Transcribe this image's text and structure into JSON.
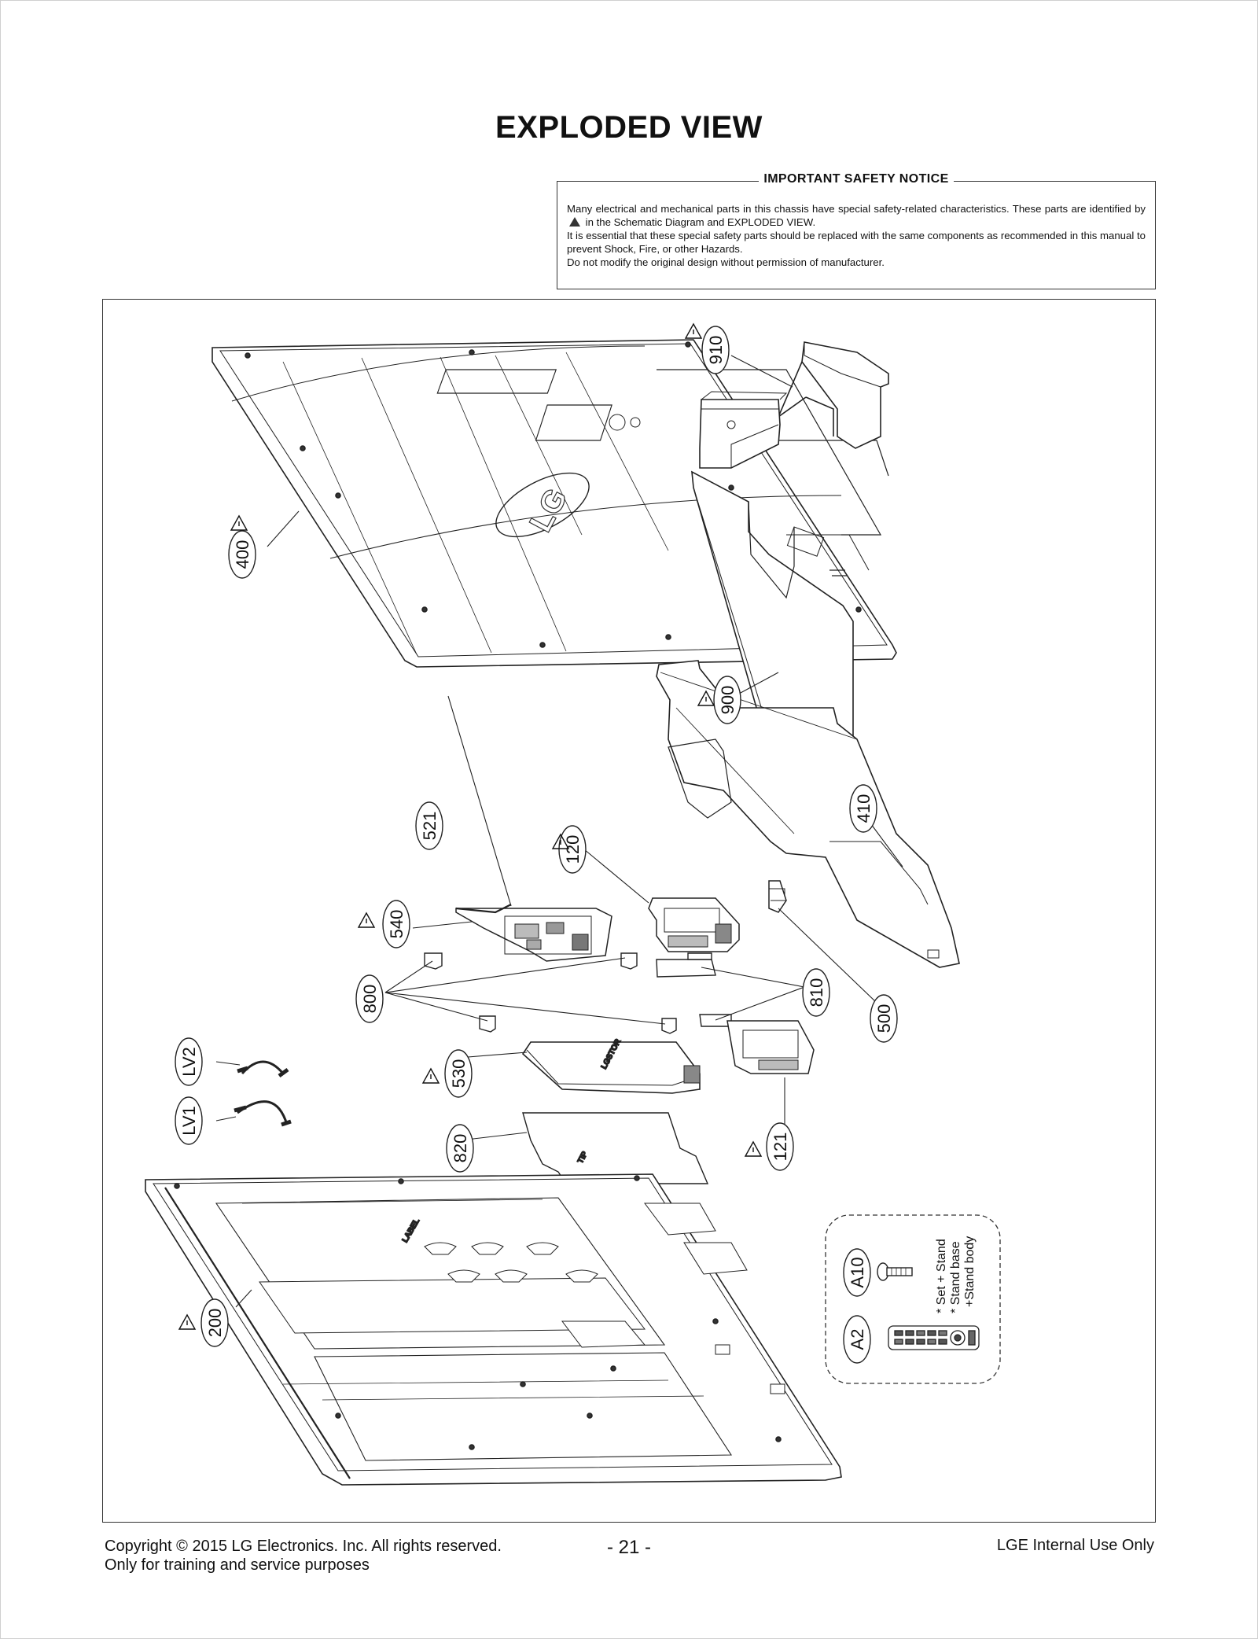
{
  "page_title": "EXPLODED VIEW",
  "notice": {
    "heading": "IMPORTANT SAFETY NOTICE",
    "line1": "Many electrical and mechanical parts in this chassis have special safety-related characteristics. These parts are identified by",
    "line1_tail": "in the Schematic Diagram and EXPLODED VIEW.",
    "line2": "It is essential that these special safety parts should be replaced with the same components as recommended in this manual to prevent Shock, Fire, or other Hazards.",
    "line3": "Do not modify the original design without permission of manufacturer."
  },
  "parts": {
    "p910": "910",
    "p400": "400",
    "p900": "900",
    "p410": "410",
    "p521": "521",
    "p120": "120",
    "p540": "540",
    "p800": "800",
    "p810": "810",
    "p500": "500",
    "pLV2": "LV2",
    "pLV1": "LV1",
    "p530": "530",
    "p820": "820",
    "p121": "121",
    "p200": "200",
    "pA10": "A10",
    "pA2": "A2"
  },
  "accessory_note": {
    "line1": "*  Set + Stand",
    "line2": "*  Stand base",
    "line3": "+Stand body"
  },
  "component_marks": {
    "logo": "LG",
    "label_plate": "LABEL"
  },
  "footer": {
    "copyright": "Copyright  © 2015 LG Electronics. Inc. All rights reserved.",
    "purpose": "Only for training and service purposes",
    "page_number": "- 21 -",
    "internal": "LGE Internal Use Only"
  }
}
